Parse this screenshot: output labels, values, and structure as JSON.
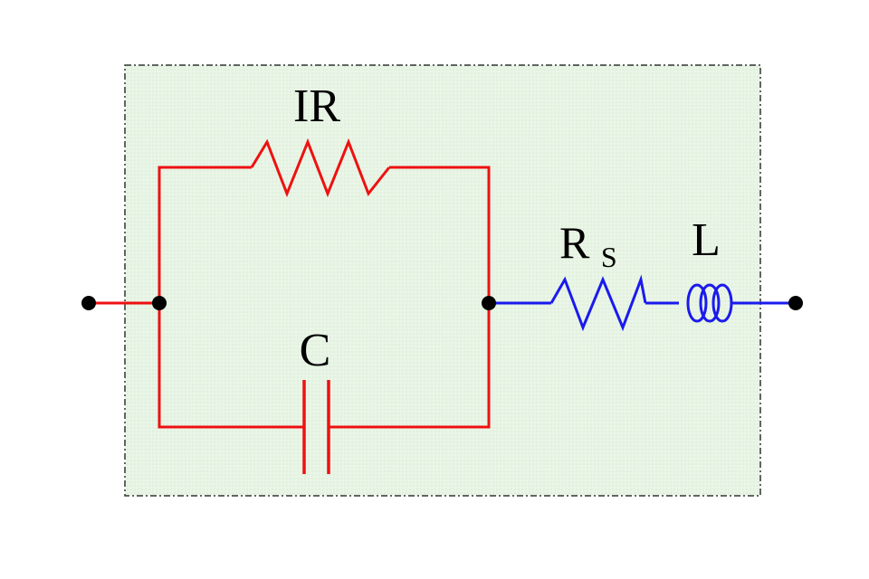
{
  "labels": {
    "ir": "IR",
    "c": "C",
    "rs_main": "R",
    "rs_sub": "S",
    "l": "L"
  },
  "colors": {
    "parallel_branch": "#ee1111",
    "series_branch": "#1a1aee",
    "node": "#000000",
    "enclosure_fill": "#e9f5e6",
    "enclosure_border": "#333333"
  }
}
